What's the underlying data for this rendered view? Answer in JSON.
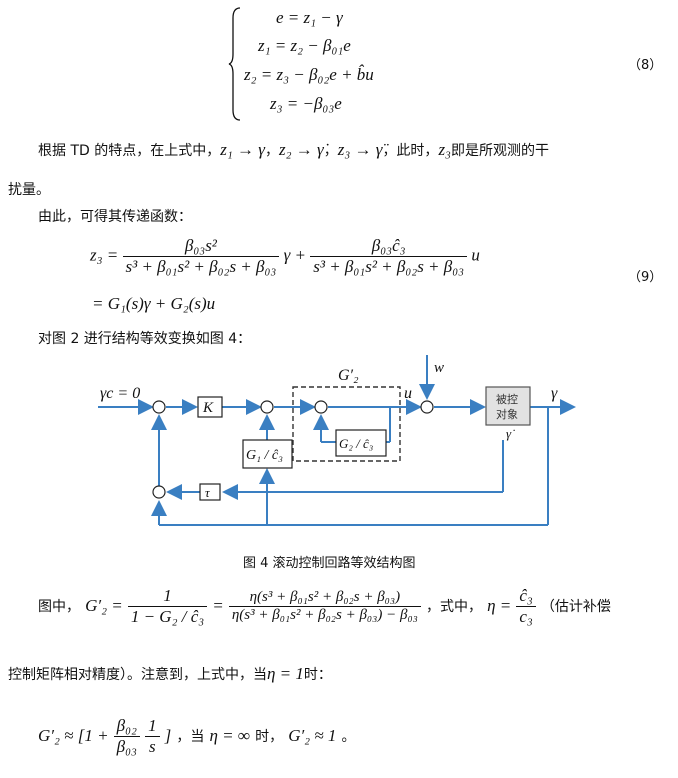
{
  "eq8": {
    "line1": "e = z₁ − γ",
    "line2": "z₁ = z₂ − β₀₁e",
    "line3": "z₂ = z₃ − β₀₂e + b̂u",
    "line4": "z₃ = −β₀₃e",
    "number": "（8）"
  },
  "para1": {
    "text_a": "根据 TD 的特点，在上式中，",
    "m1": "z₁ → γ",
    "m2": "z₂ → γ̇",
    "m3": "z₃ → γ̈",
    "text_b": "，此时，",
    "m4": "z₃",
    "text_c": "即是所观测的干",
    "text_d": "扰量。"
  },
  "para2": "由此，可得其传递函数：",
  "eq9": {
    "lhs": "z₃ =",
    "num1": "β₀₃s²",
    "den1": "s³ + β₀₁s² + β₀₂s + β₀₃",
    "mid": "γ +",
    "num2": "β₀₃ĉ₃",
    "den2": "s³ + β₀₁s² + β₀₂s + β₀₃",
    "tail": "u",
    "line2": "= G₁(s)γ + G₂(s)u",
    "number": "（9）"
  },
  "para3": "对图 2 进行结构等效变换如图 4：",
  "diagram": {
    "gamma_c": "γc = 0",
    "K": "K",
    "G2prime": "G′₂",
    "u": "u",
    "w": "w",
    "plant_line1": "被控",
    "plant_line2": "对象",
    "gamma": "γ",
    "gamma_dot": "γ̇",
    "G1c3": "G₁ / ĉ₃",
    "G2c3": "G₂ / ĉ₃",
    "tau": "τ"
  },
  "caption": "图 4 滚动控制回路等效结构图",
  "para4": {
    "prefix": "图中，",
    "lhs": "G′₂ =",
    "f1num": "1",
    "f1den": "1 − G₂ / ĉ₃",
    "eq": "=",
    "f2num": "η(s³ + β₀₁s² + β₀₂s + β₀₃)",
    "f2den": "η(s³ + β₀₁s² + β₀₂s + β₀₃) − β₀₃",
    "mid": "，式中，",
    "eta": "η =",
    "f3num": "ĉ₃",
    "f3den": "c₃",
    "suffix": "（估计补偿"
  },
  "para5": {
    "text": "控制矩阵相对精度）。注意到，上式中，当",
    "cond": "η = 1",
    "end": "时："
  },
  "para6": {
    "lhs": "G′₂ ≈ [1 +",
    "fnum": "β₀₂",
    "fden": "β₀₃",
    "gnum": "1",
    "gden": "s",
    "rb": "]",
    "text": "，当",
    "cond": "η = ∞",
    "text2": "时，",
    "res": "G′₂ ≈ 1",
    "end": "。"
  }
}
